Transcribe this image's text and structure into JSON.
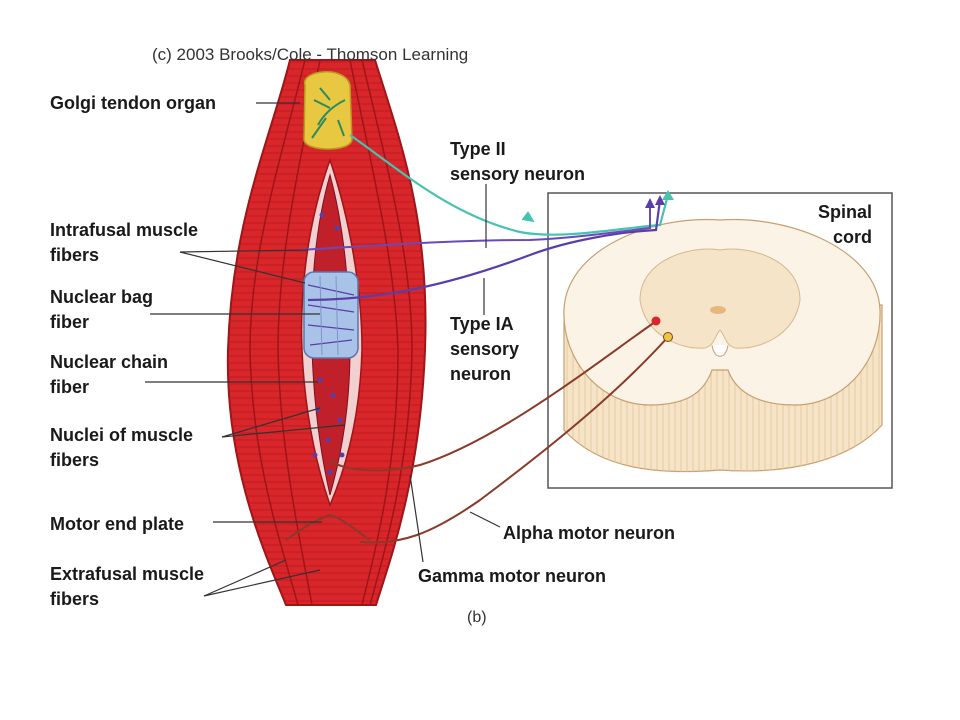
{
  "copyright": "(c) 2003 Brooks/Cole - Thomson Learning",
  "part_label": "(b)",
  "labels": {
    "golgi": "Golgi tendon organ",
    "intrafusal": "Intrafusal muscle\nfibers",
    "nuclear_bag": "Nuclear bag\nfiber",
    "nuclear_chain": "Nuclear chain\nfiber",
    "nuclei": "Nuclei of muscle\nfibers",
    "motor_end": "Motor end plate",
    "extrafusal": "Extrafusal muscle\nfibers",
    "type2": "Type II\nsensory neuron",
    "type1a": "Type IA\nsensory\nneuron",
    "spinal": "Spinal\ncord",
    "alpha": "Alpha motor neuron",
    "gamma": "Gamma motor neuron"
  },
  "colors": {
    "muscle": "#d8262a",
    "muscle_dark": "#9e1518",
    "golgi": "#e8c840",
    "spindle": "#a9c3e8",
    "type2_neuron": "#46c2b0",
    "type1a_neuron": "#5a3ea8",
    "motor_neuron": "#8a3a2a",
    "spinal_grey": "#f6e4c8",
    "spinal_white": "#fbf3e6"
  }
}
